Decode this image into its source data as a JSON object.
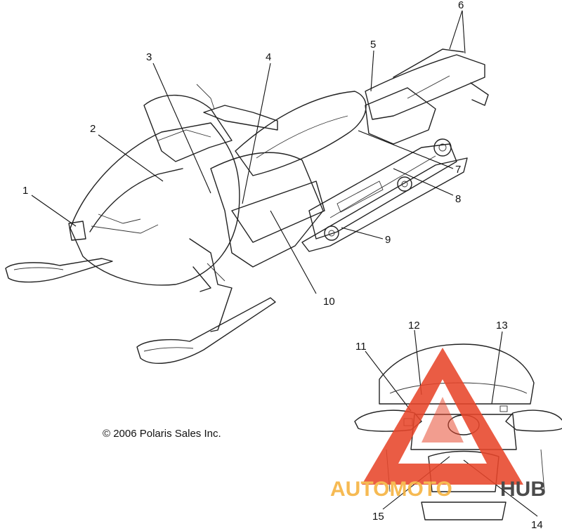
{
  "diagram": {
    "copyright": "© 2006 Polaris Sales Inc.",
    "callouts": [
      "1",
      "2",
      "3",
      "4",
      "5",
      "6",
      "7",
      "8",
      "9",
      "10",
      "11",
      "12",
      "13",
      "14",
      "15"
    ]
  },
  "watermark": {
    "text_left": "AUTOMOTO",
    "text_right": "HUB",
    "color_accent": "#e8462b",
    "color_light": "#f5b13c",
    "color_dark": "#333333"
  }
}
